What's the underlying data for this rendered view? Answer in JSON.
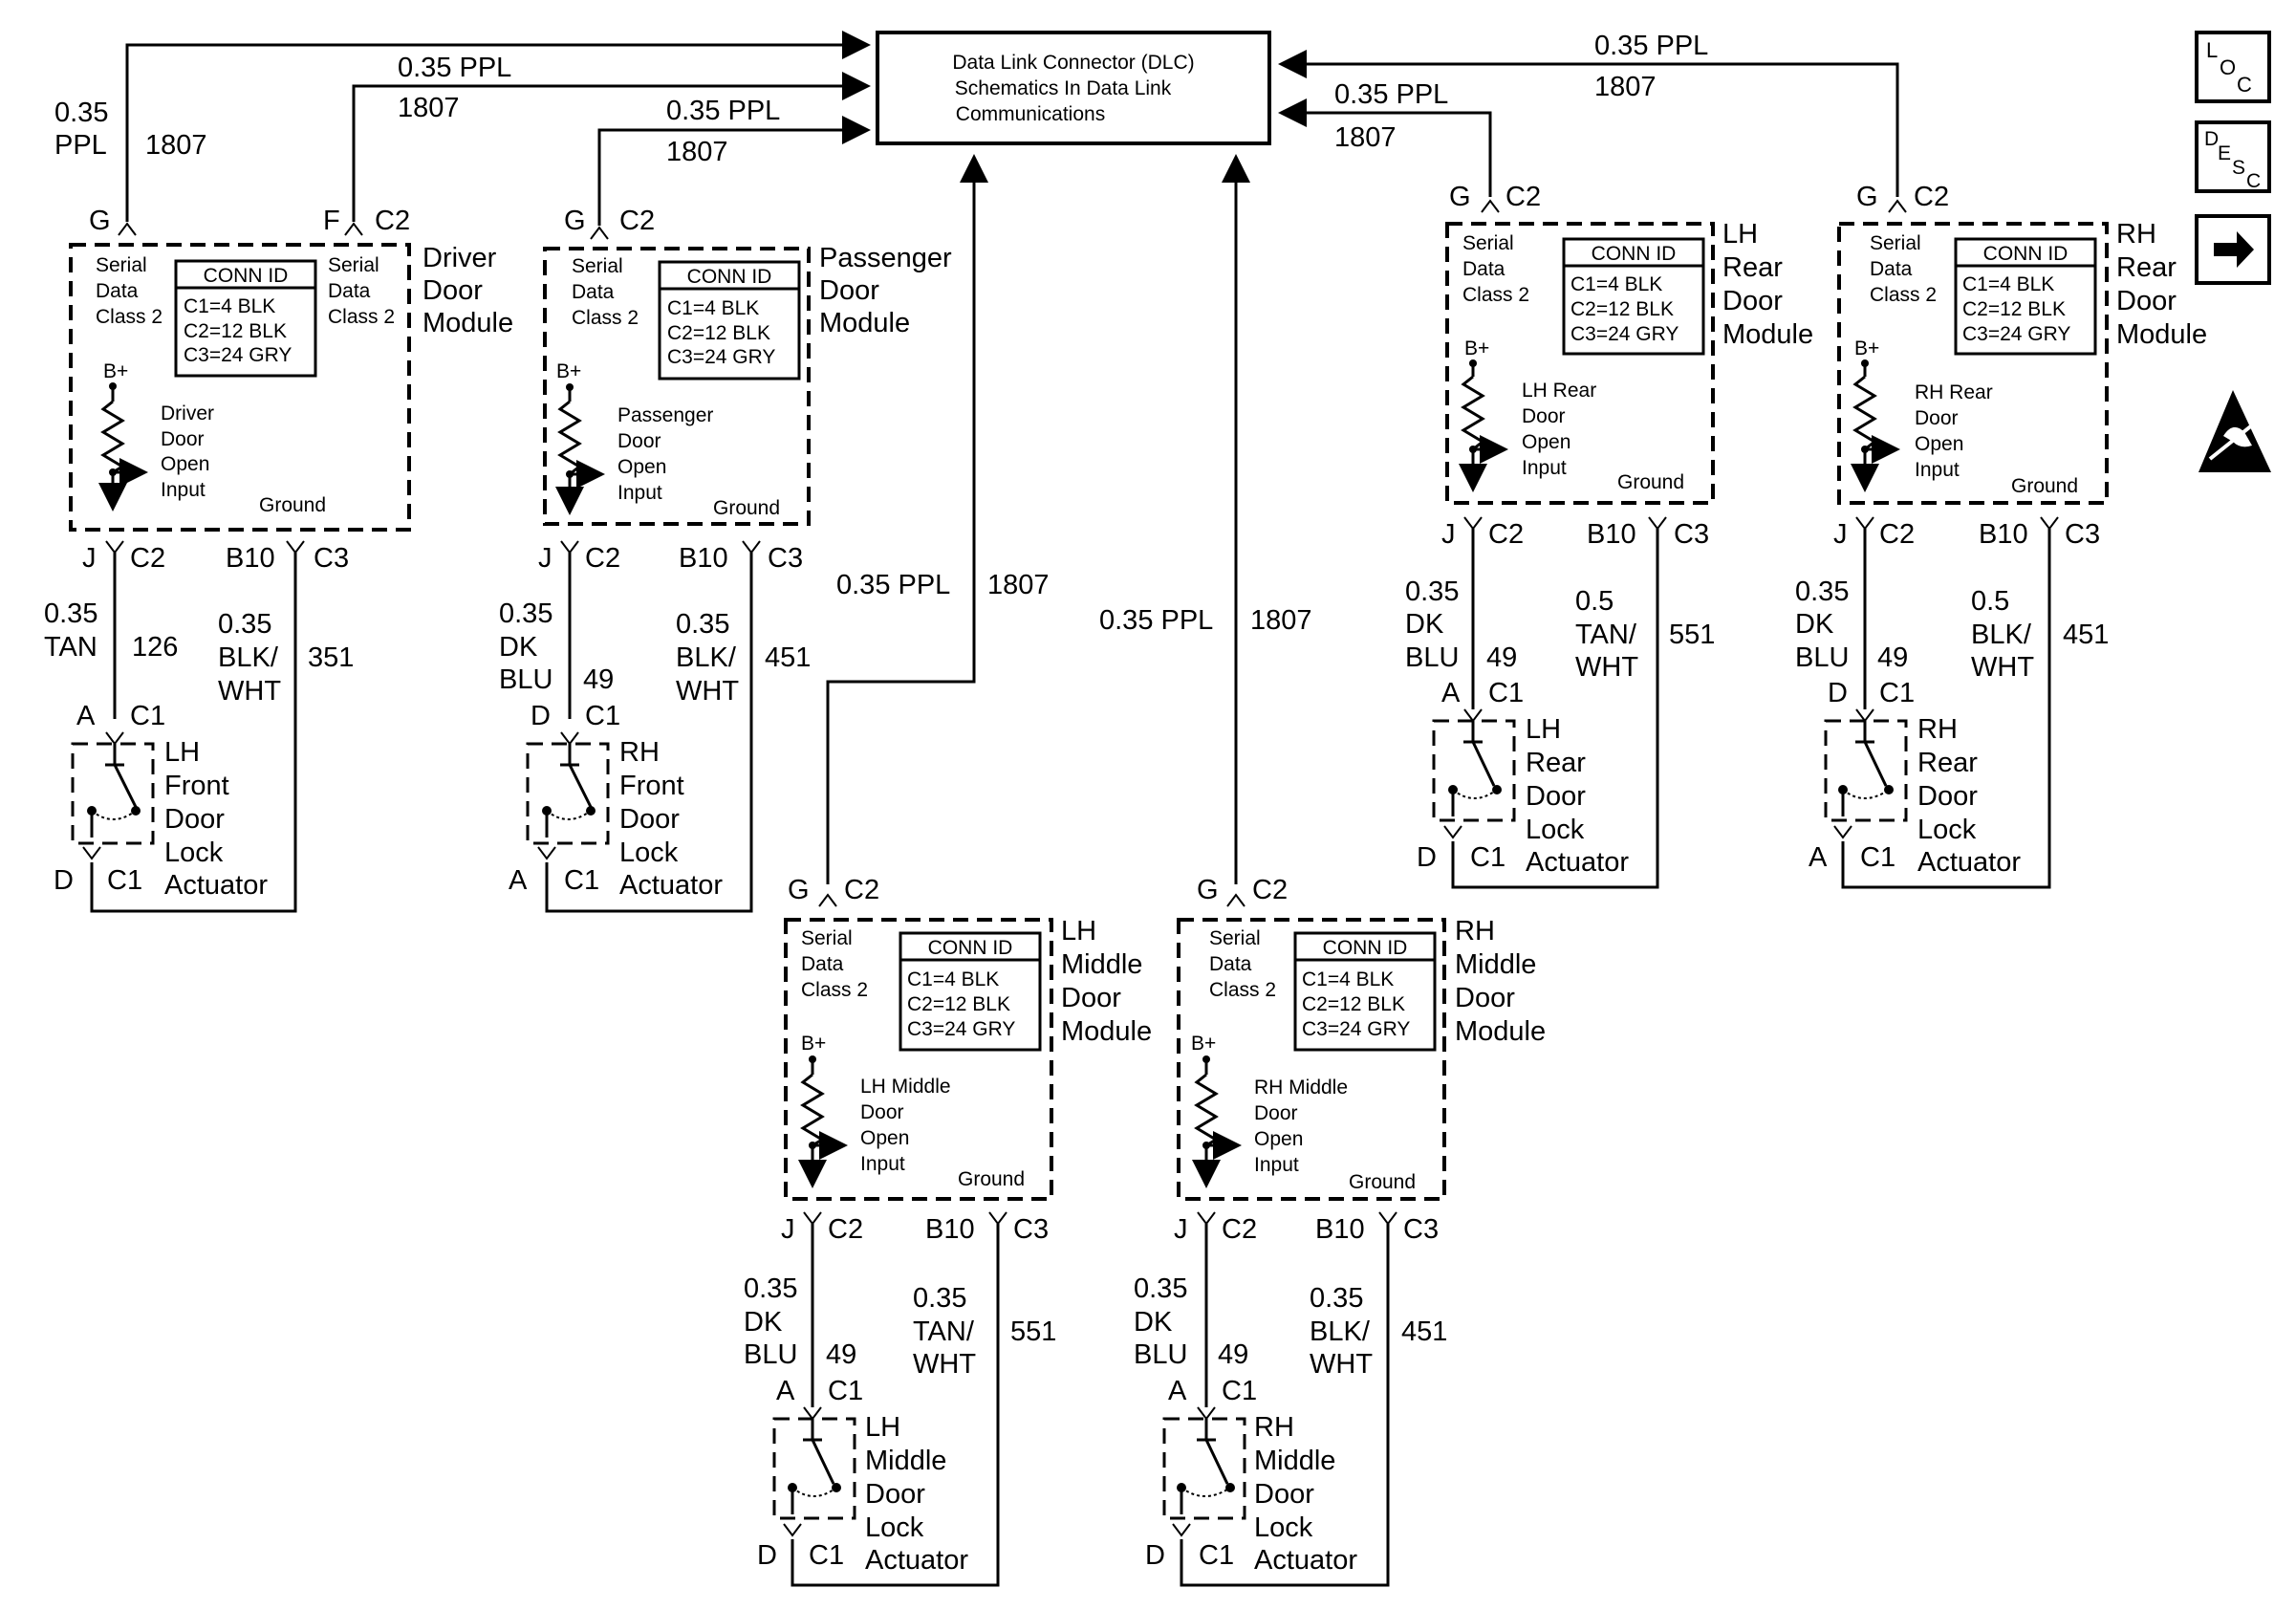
{
  "dlc": {
    "line1": "Data Link Connector (DLC)",
    "line2": "Schematics In Data Link",
    "line3": "Communications"
  },
  "wire_ppl": {
    "gauge_color": "0.35 PPL",
    "gauge": "0.35",
    "color": "PPL",
    "circuit": "1807"
  },
  "conn_id": {
    "title": "CONN ID",
    "c1": "C1=4 BLK",
    "c2": "C2=12 BLK",
    "c3": "C3=24 GRY"
  },
  "common": {
    "serial": "Serial",
    "data": "Data",
    "class2": "Class 2",
    "bplus": "B+",
    "ground": "Ground",
    "door": "Door",
    "open": "Open",
    "input": "Input",
    "lock": "Lock",
    "actuator": "Actuator",
    "module": "Module",
    "pin_g": "G",
    "pin_f": "F",
    "pin_j": "J",
    "pin_a": "A",
    "pin_d": "D",
    "pin_b10": "B10",
    "c1": "C1",
    "c2": "C2",
    "c3": "C3"
  },
  "modules": {
    "driver": {
      "name1": "Driver",
      "name2": "Door",
      "name3": "Module",
      "input1": "Driver"
    },
    "passenger": {
      "name1": "Passenger",
      "name2": "Door",
      "name3": "Module",
      "input1": "Passenger"
    },
    "lh_rear": {
      "name1": "LH",
      "name2": "Rear",
      "name3": "Door",
      "name4": "Module",
      "input1": "LH Rear"
    },
    "rh_rear": {
      "name1": "RH",
      "name2": "Rear",
      "name3": "Door",
      "name4": "Module",
      "input1": "RH Rear"
    },
    "lh_middle": {
      "name1": "LH",
      "name2": "Middle",
      "name3": "Door",
      "name4": "Module",
      "input1": "LH Middle"
    },
    "rh_middle": {
      "name1": "RH",
      "name2": "Middle",
      "name3": "Door",
      "name4": "Module",
      "input1": "RH Middle"
    }
  },
  "switch_wires": {
    "driver": {
      "gauge": "0.35",
      "color1": "TAN",
      "circuit": "126"
    },
    "passenger": {
      "gauge": "0.35",
      "color1": "DK",
      "color2": "BLU",
      "circuit": "49"
    },
    "lh_rear": {
      "gauge": "0.35",
      "color1": "DK",
      "color2": "BLU",
      "circuit": "49"
    },
    "rh_rear": {
      "gauge": "0.35",
      "color1": "DK",
      "color2": "BLU",
      "circuit": "49"
    },
    "lh_middle": {
      "gauge": "0.35",
      "color1": "DK",
      "color2": "BLU",
      "circuit": "49"
    },
    "rh_middle": {
      "gauge": "0.35",
      "color1": "DK",
      "color2": "BLU",
      "circuit": "49"
    }
  },
  "ground_wires": {
    "driver": {
      "gauge": "0.35",
      "color1": "BLK/",
      "color2": "WHT",
      "circuit": "351"
    },
    "passenger": {
      "gauge": "0.35",
      "color1": "BLK/",
      "color2": "WHT",
      "circuit": "451"
    },
    "lh_rear": {
      "gauge": "0.5",
      "color1": "TAN/",
      "color2": "WHT",
      "circuit": "551"
    },
    "rh_rear": {
      "gauge": "0.5",
      "color1": "BLK/",
      "color2": "WHT",
      "circuit": "451"
    },
    "lh_middle": {
      "gauge": "0.35",
      "color1": "TAN/",
      "color2": "WHT",
      "circuit": "551"
    },
    "rh_middle": {
      "gauge": "0.35",
      "color1": "BLK/",
      "color2": "WHT",
      "circuit": "451"
    }
  },
  "actuators": {
    "lh_front": {
      "name1": "LH",
      "name2": "Front"
    },
    "rh_front": {
      "name1": "RH",
      "name2": "Front"
    },
    "lh_rear": {
      "name1": "LH",
      "name2": "Rear"
    },
    "rh_rear": {
      "name1": "RH",
      "name2": "Rear"
    },
    "lh_middle": {
      "name1": "LH",
      "name2": "Middle"
    },
    "rh_middle": {
      "name1": "RH",
      "name2": "Middle"
    }
  },
  "icons": {
    "loc": {
      "l": "L",
      "o": "O",
      "c": "C"
    },
    "desc": {
      "d": "D",
      "e": "E",
      "s": "S",
      "c": "C"
    },
    "next": "arrow-right-icon",
    "esd": "esd-warning-icon"
  }
}
